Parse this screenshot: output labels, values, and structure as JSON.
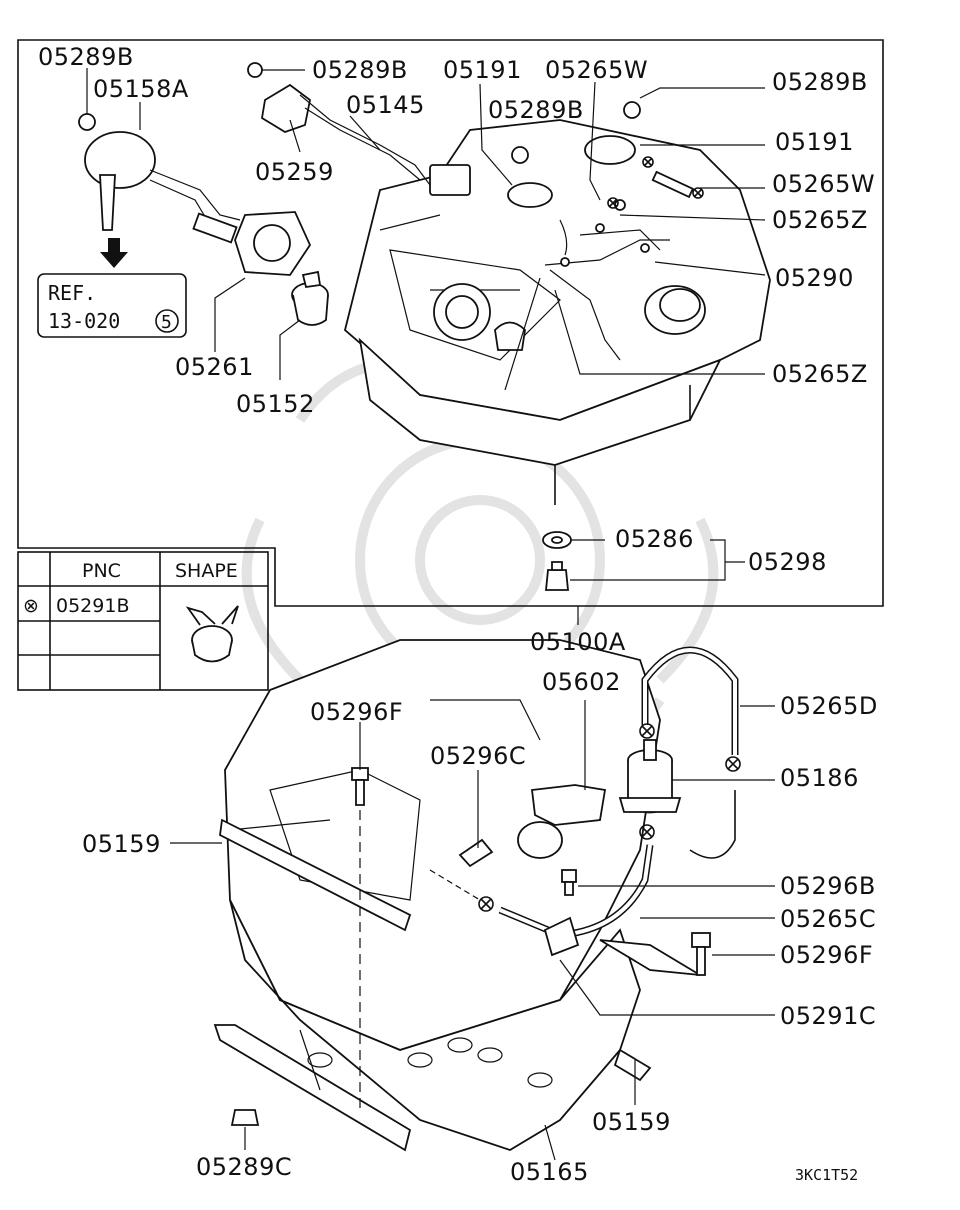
{
  "labels": {
    "p05289B_a": "05289B",
    "p05158A": "05158A",
    "p05289B_b": "05289B",
    "p05145": "05145",
    "p05259": "05259",
    "p05191_a": "05191",
    "p05265W_a": "05265W",
    "p05289B_c": "05289B",
    "p05289B_d": "05289B",
    "p05191_b": "05191",
    "p05265W_b": "05265W",
    "p05265Z_a": "05265Z",
    "p05290": "05290",
    "p05265Z_b": "05265Z",
    "p05261": "05261",
    "p05152": "05152",
    "p05286": "05286",
    "p05298": "05298",
    "p05100A": "05100A",
    "p05602": "05602",
    "p05265D": "05265D",
    "p05296F_a": "05296F",
    "p05296C": "05296C",
    "p05186": "05186",
    "p05159_a": "05159",
    "p05296B": "05296B",
    "p05265C": "05265C",
    "p05296F_b": "05296F",
    "p05291C": "05291C",
    "p05159_b": "05159",
    "p05289C": "05289C",
    "p05165": "05165"
  },
  "ref_box": {
    "line1": "REF.",
    "line2": "13-020",
    "circled": "5"
  },
  "table": {
    "header_pnc": "PNC",
    "header_shape": "SHAPE",
    "row1_symbol": "⊗",
    "row1_pnc": "05291B"
  },
  "figure_code": "3KC1T52"
}
